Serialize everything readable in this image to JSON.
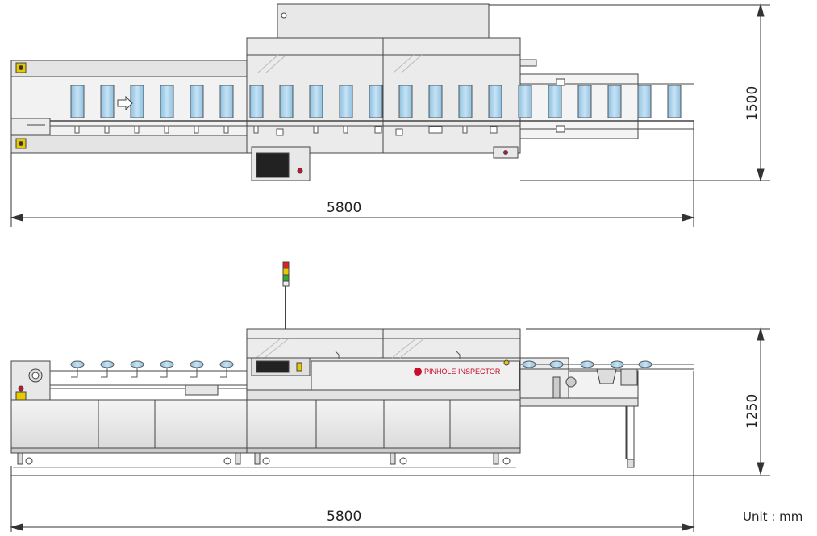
{
  "top_view": {
    "width_dimension": "5800",
    "depth_dimension": "1500"
  },
  "side_view": {
    "width_dimension": "5800",
    "height_dimension": "1250",
    "brand_label": "PINHOLE INSPECTOR"
  },
  "unit_label": "Unit : mm",
  "colors": {
    "bag_fill": "#a9d1ea",
    "machine_body": "#e6e6e6",
    "machine_stroke": "#444444",
    "brand_red": "#c8102e",
    "accent_yellow": "#e8c800"
  },
  "icons": {
    "flow_direction": "arrow-right-icon"
  }
}
